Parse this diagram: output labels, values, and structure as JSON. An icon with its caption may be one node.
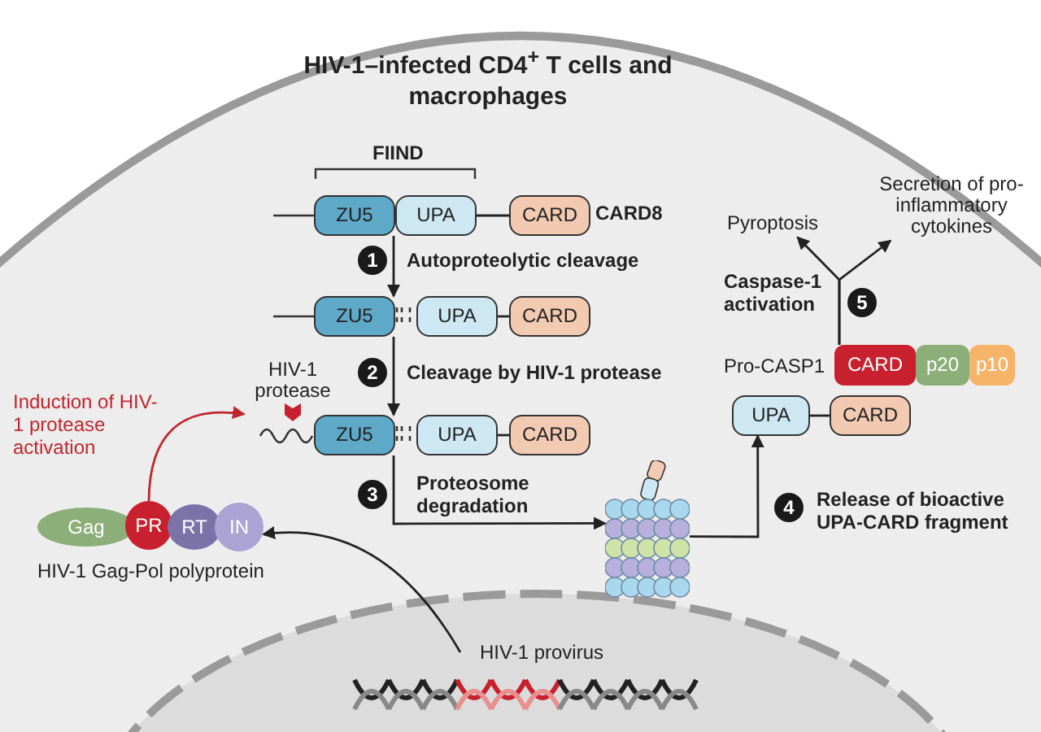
{
  "diagram": {
    "title": "HIV-1–infected CD4$^{+}$ T cells and macrophages",
    "nodes": [
      {
        "text": [
          "ZU5"
        ]
      },
      {
        "text": [
          "UPA"
        ]
      },
      {
        "text": [
          "CARD"
        ],
        "beside": [
          "CARD8"
        ]
      },
      {
        "text": [
          "ZU5"
        ]
      },
      {
        "text": [
          "UPA"
        ]
      },
      {
        "text": [
          "CARD"
        ]
      },
      {
        "text": [
          "ZU5"
        ]
      },
      {
        "text": [
          "UPA"
        ]
      },
      {
        "text": [
          "CARD"
        ]
      },
      {
        "text": [
          "HIV-1 protease"
        ]
      },
      {
        "text": [
          "Gag"
        ]
      },
      {
        "text": [
          "PR"
        ]
      },
      {
        "text": [
          "RT"
        ]
      },
      {
        "text": [
          "IN"
        ]
      },
      {
        "text": [],
        "shape": "picture"
      },
      {
        "text": [
          "CARD"
        ],
        "beside": [
          "Pro-CASP1"
        ]
      },
      {
        "text": [
          "p20"
        ]
      },
      {
        "text": [
          "p10"
        ]
      },
      {
        "text": [
          "UPA"
        ]
      },
      {
        "text": [
          "CARD"
        ]
      },
      {
        "text": [
          "Pyroptosis"
        ]
      },
      {
        "text": [
          "Secretion of pro-inflammatory cytokines"
        ]
      },
      {
        "text": [
          "HIV-1 provirus"
        ]
      }
    ],
    "edges": [
      {
        "from": 0,
        "to": 3,
        "arrow": "to",
        "label": "Autoproteolytic cleavage"
      },
      {
        "from": 3,
        "to": 6,
        "arrow": "to",
        "label": "Cleavage by HIV-1 protease"
      },
      {
        "from": 6,
        "to": 14,
        "arrow": "to",
        "label": "Proteosome degradation"
      },
      {
        "from": 14,
        "to": 18,
        "arrow": "to",
        "label": "Release of bioactive UPA-CARD fragment"
      },
      {
        "from": 11,
        "to": 9,
        "arrow": "to",
        "label": "Induction of HIV-1 protease activation",
        "color": "#c0262d"
      },
      {
        "from": 22,
        "to": 13,
        "arrow": "to"
      },
      {
        "from": 15,
        "to": 20,
        "arrow": "to",
        "label": "Caspase-1 activation"
      },
      {
        "from": 15,
        "to": 21,
        "arrow": "to"
      },
      {
        "from": 1,
        "to": 2,
        "arrow": "none"
      },
      {
        "from": 4,
        "to": 5,
        "arrow": "none"
      },
      {
        "from": 7,
        "to": 8,
        "arrow": "none"
      },
      {
        "from": 18,
        "to": 19,
        "arrow": "none"
      }
    ],
    "labels": [
      "FIIND",
      "1",
      "2",
      "3",
      "4",
      "5",
      "HIV-1 Gag-Pol polyprotein"
    ]
  }
}
